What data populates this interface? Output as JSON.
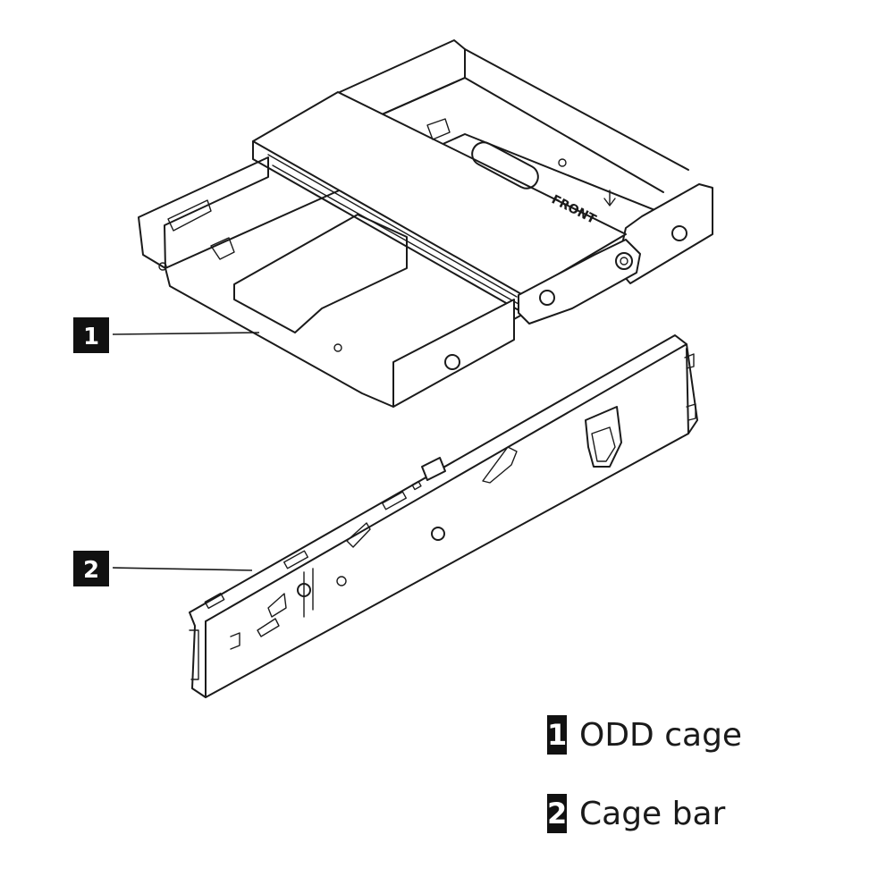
{
  "callouts": [
    {
      "number": "1",
      "label": "ODD cage"
    },
    {
      "number": "2",
      "label": "Cage bar"
    }
  ],
  "embossed_text": {
    "front": "FRONT"
  },
  "colors": {
    "line": "#1a1a1a",
    "callout_fill": "#111111",
    "background": "#ffffff"
  }
}
